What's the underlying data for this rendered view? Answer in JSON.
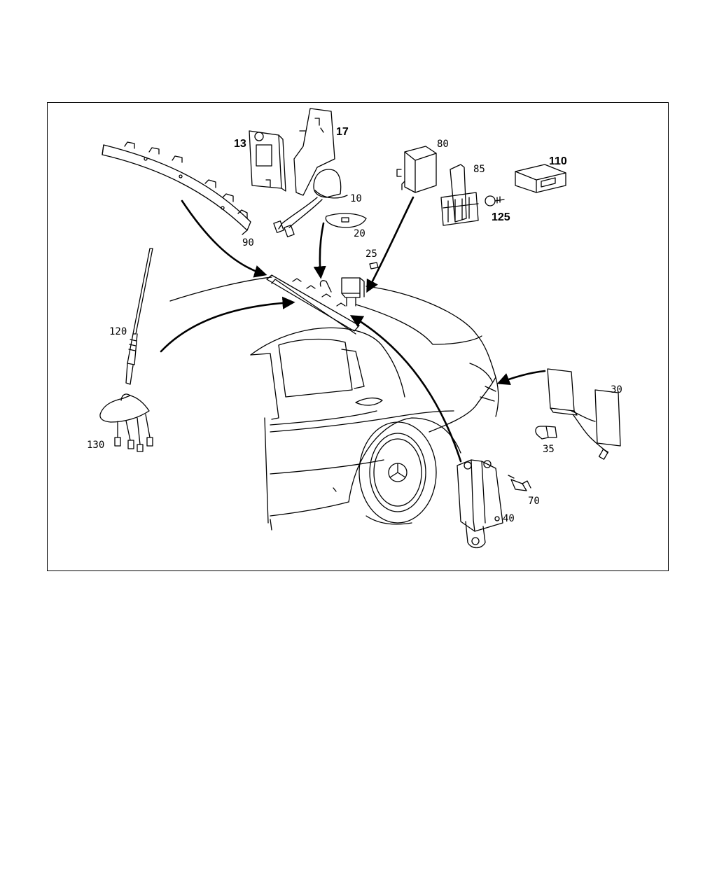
{
  "diagram": {
    "callouts": [
      {
        "id": "13",
        "text": "13"
      },
      {
        "id": "17",
        "text": "17"
      },
      {
        "id": "10",
        "text": "10"
      },
      {
        "id": "20",
        "text": "20"
      },
      {
        "id": "90",
        "text": "90"
      },
      {
        "id": "80",
        "text": "80"
      },
      {
        "id": "85",
        "text": "85"
      },
      {
        "id": "110",
        "text": "110"
      },
      {
        "id": "125",
        "text": "125"
      },
      {
        "id": "25",
        "text": "25"
      },
      {
        "id": "120",
        "text": "120"
      },
      {
        "id": "130",
        "text": "130"
      },
      {
        "id": "30",
        "text": "30"
      },
      {
        "id": "35",
        "text": "35"
      },
      {
        "id": "70",
        "text": "70"
      },
      {
        "id": "40",
        "text": "40"
      }
    ],
    "colors": {
      "line": "#000000",
      "background": "#ffffff"
    }
  }
}
